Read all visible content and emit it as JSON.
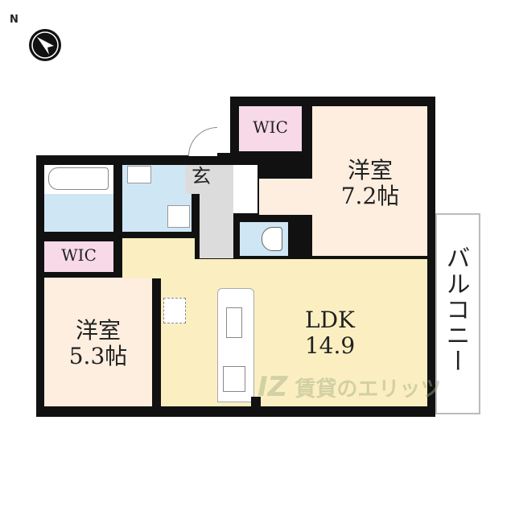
{
  "compass": {
    "label": "N",
    "icon": "north-arrow-icon"
  },
  "rooms": {
    "bedroom1": {
      "name": "洋室",
      "size": "7.2帖"
    },
    "bedroom2": {
      "name": "洋室",
      "size": "5.3帖"
    },
    "ldk": {
      "name": "LDK",
      "size": "14.9"
    },
    "wic1": {
      "name": "WIC"
    },
    "wic2": {
      "name": "WIC"
    },
    "entrance": {
      "name": "玄"
    },
    "balcony": {
      "name": "バルコニー"
    }
  },
  "watermark": {
    "text": "賃貸のエリッツ",
    "logo": "IZ"
  },
  "colors": {
    "wall": "#111111",
    "bedroom": "#fdeee0",
    "ldk": "#fbefc2",
    "wic": "#f8d9e8",
    "wet_area": "#cfe6f5",
    "entrance": "#dcdcdc"
  }
}
